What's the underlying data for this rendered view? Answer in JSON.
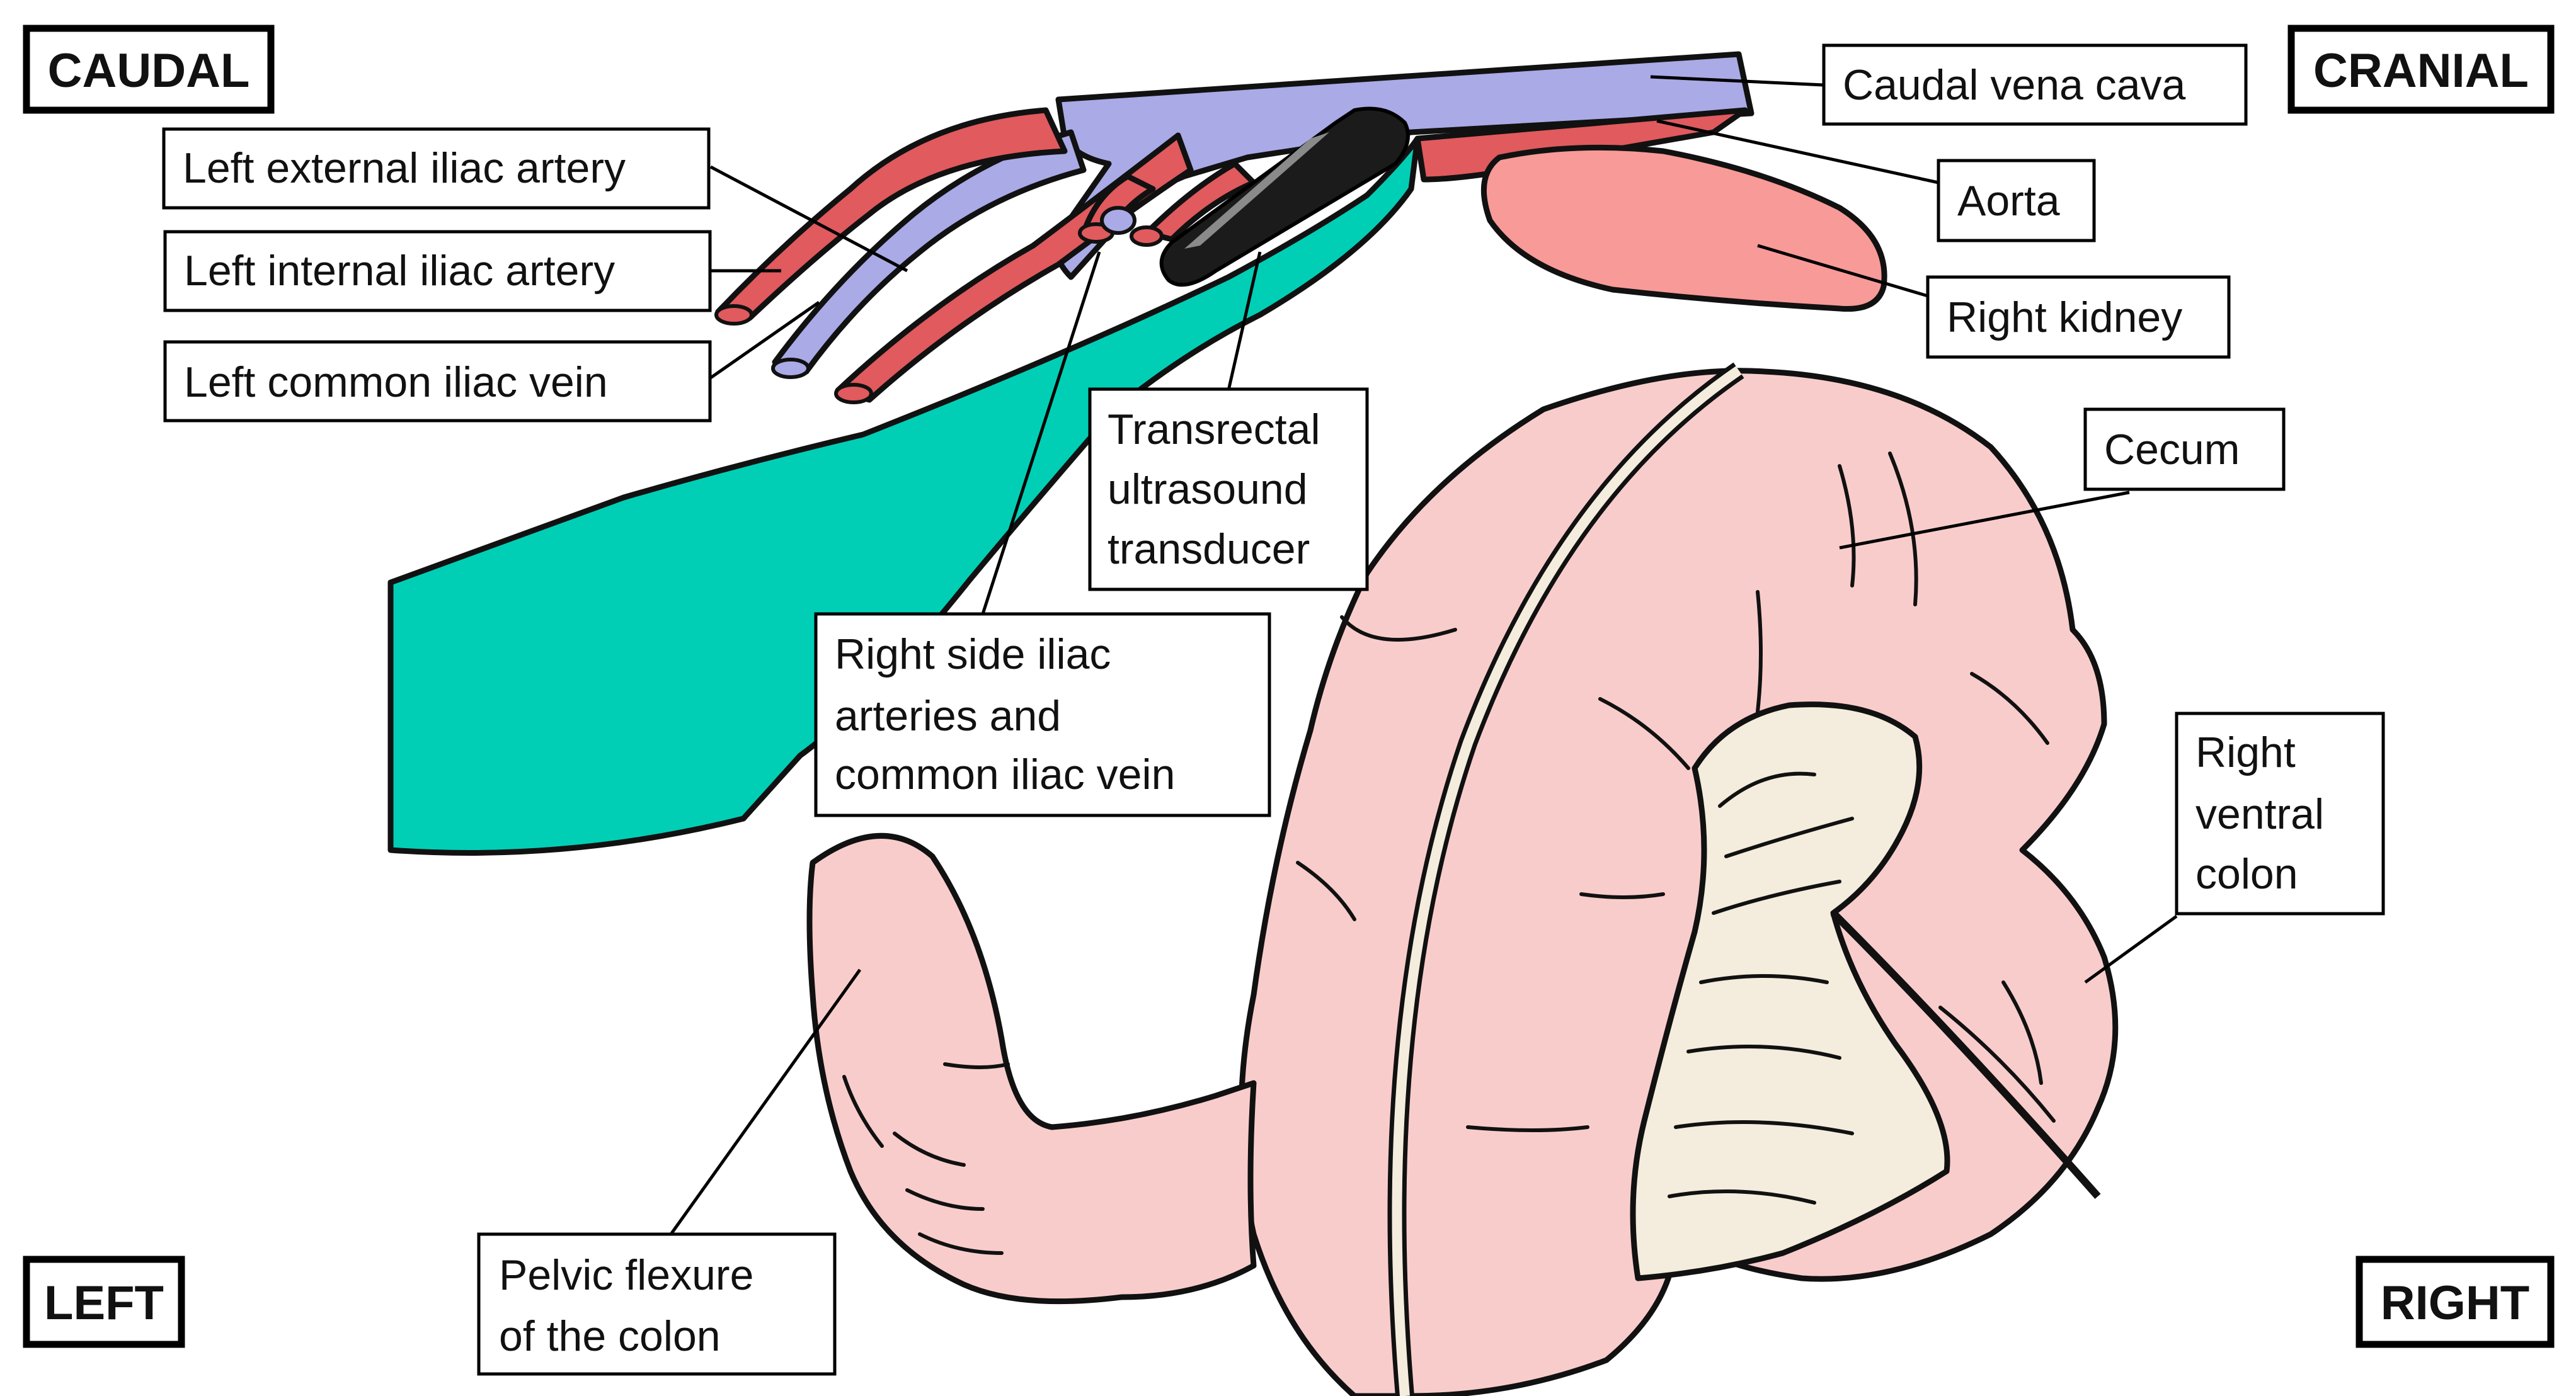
{
  "directions": {
    "caudal": "CAUDAL",
    "cranial": "CRANIAL",
    "left": "LEFT",
    "right": "RIGHT"
  },
  "labels": {
    "caudal_vena_cava": "Caudal vena cava",
    "aorta": "Aorta",
    "right_kidney": "Right kidney",
    "cecum": "Cecum",
    "right_ventral_colon": [
      "Right",
      "ventral",
      "colon"
    ],
    "left_external_iliac_artery": "Left external iliac artery",
    "left_internal_iliac_artery": "Left internal iliac artery",
    "left_common_iliac_vein": "Left common iliac vein",
    "transrectal_ultrasound_transducer": [
      "Transrectal",
      "ultrasound",
      "transducer"
    ],
    "right_side_iliac": [
      "Right side iliac",
      "arteries and",
      "common iliac vein"
    ],
    "pelvic_flexure": [
      "Pelvic flexure",
      "of the colon"
    ]
  },
  "colors": {
    "artery": "#e05a5e",
    "vein": "#a9aae6",
    "rectum": "#00cfb6",
    "kidney": "#f79a98",
    "colon": "#f9cccc",
    "cecum_mesentery": "#f4ecdc",
    "transducer": "#1b1b1b"
  }
}
